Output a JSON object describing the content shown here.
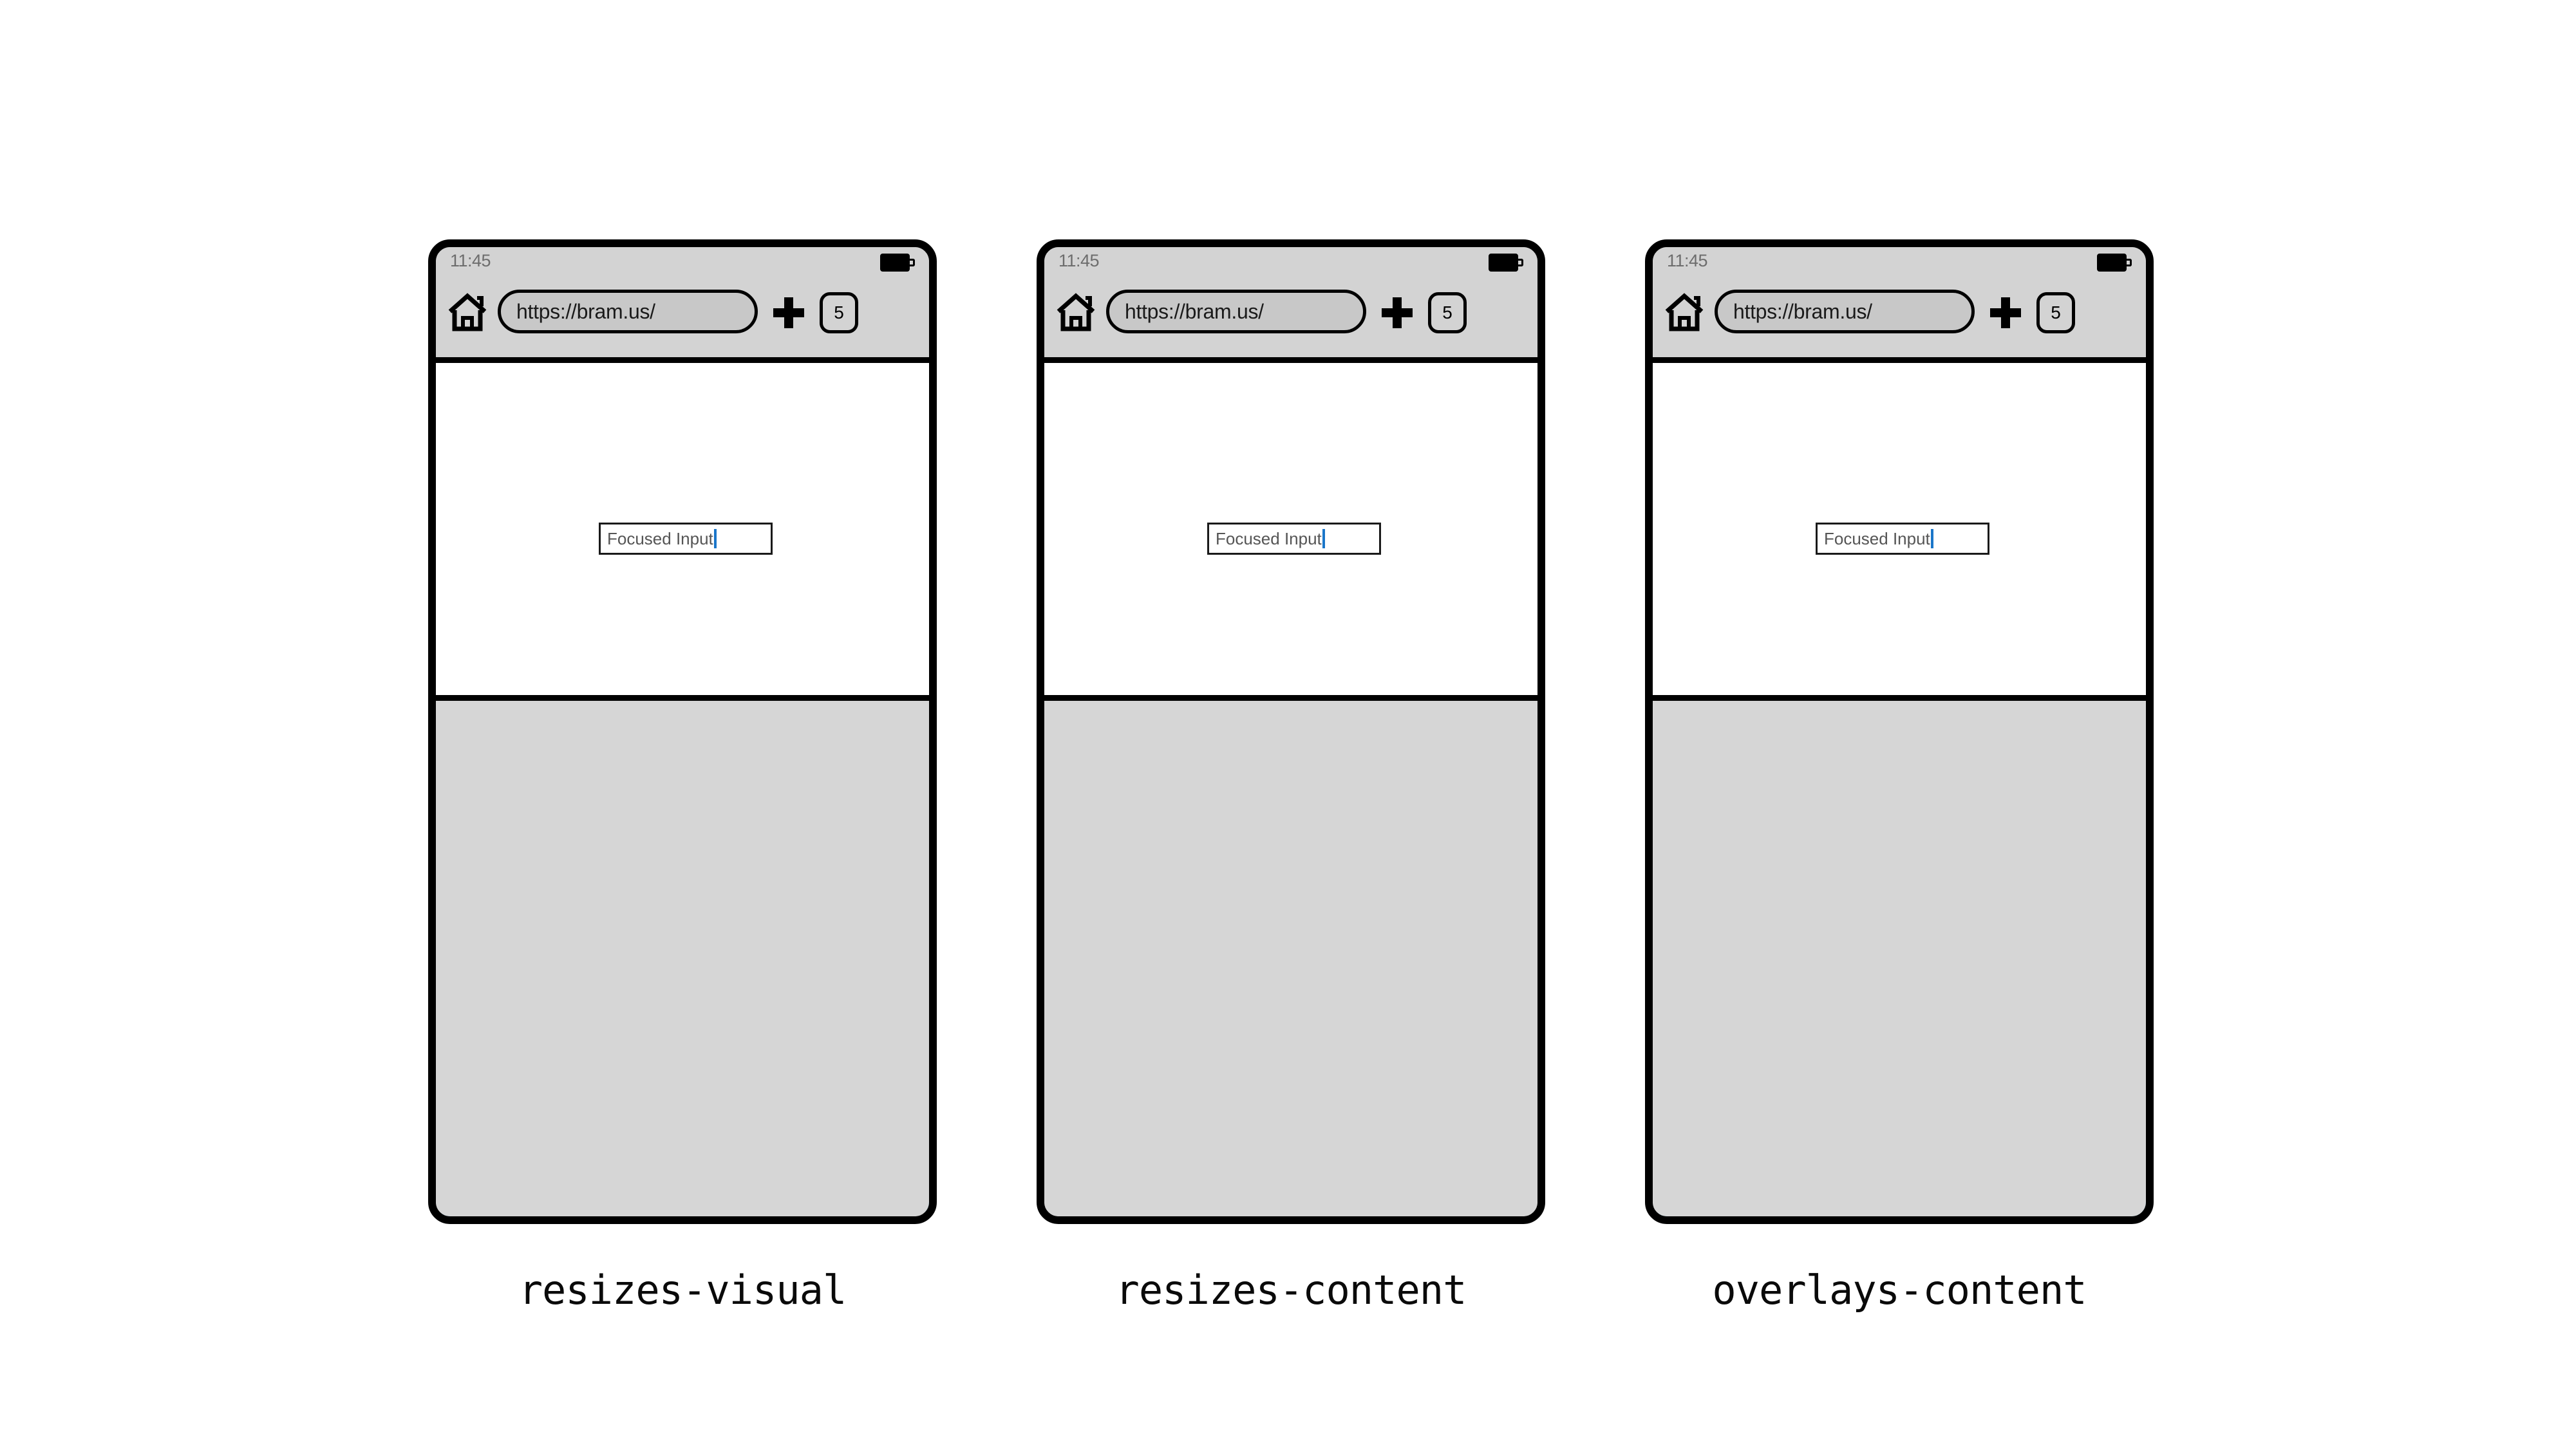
{
  "page": {
    "background": "#ffffff",
    "accent_blue": "#0578be",
    "accent_orange": "#f59b05",
    "chrome_gray": "#d3d3d3",
    "keyboard_gray": "#d6d6d6"
  },
  "phones": [
    {
      "id": "resizes-visual",
      "caption": "resizes-visual",
      "status": {
        "clock": "11:45",
        "battery_icon": "battery-full-icon"
      },
      "toolbar": {
        "home_icon": "home-icon",
        "url": "https://bram.us/",
        "new_tab_icon": "plus-icon",
        "tab_count": "5"
      },
      "content": {
        "input_value": "Focused Input",
        "input_caret": "text-caret"
      }
    },
    {
      "id": "resizes-content",
      "caption": "resizes-content",
      "status": {
        "clock": "11:45",
        "battery_icon": "battery-full-icon"
      },
      "toolbar": {
        "home_icon": "home-icon",
        "url": "https://bram.us/",
        "new_tab_icon": "plus-icon",
        "tab_count": "5"
      },
      "content": {
        "input_value": "Focused Input",
        "input_caret": "text-caret"
      }
    },
    {
      "id": "overlays-content",
      "caption": "overlays-content",
      "status": {
        "clock": "11:45",
        "battery_icon": "battery-full-icon"
      },
      "toolbar": {
        "home_icon": "home-icon",
        "url": "https://bram.us/",
        "new_tab_icon": "plus-icon",
        "tab_count": "5"
      },
      "content": {
        "input_value": "Focused Input",
        "input_caret": "text-caret"
      }
    }
  ]
}
